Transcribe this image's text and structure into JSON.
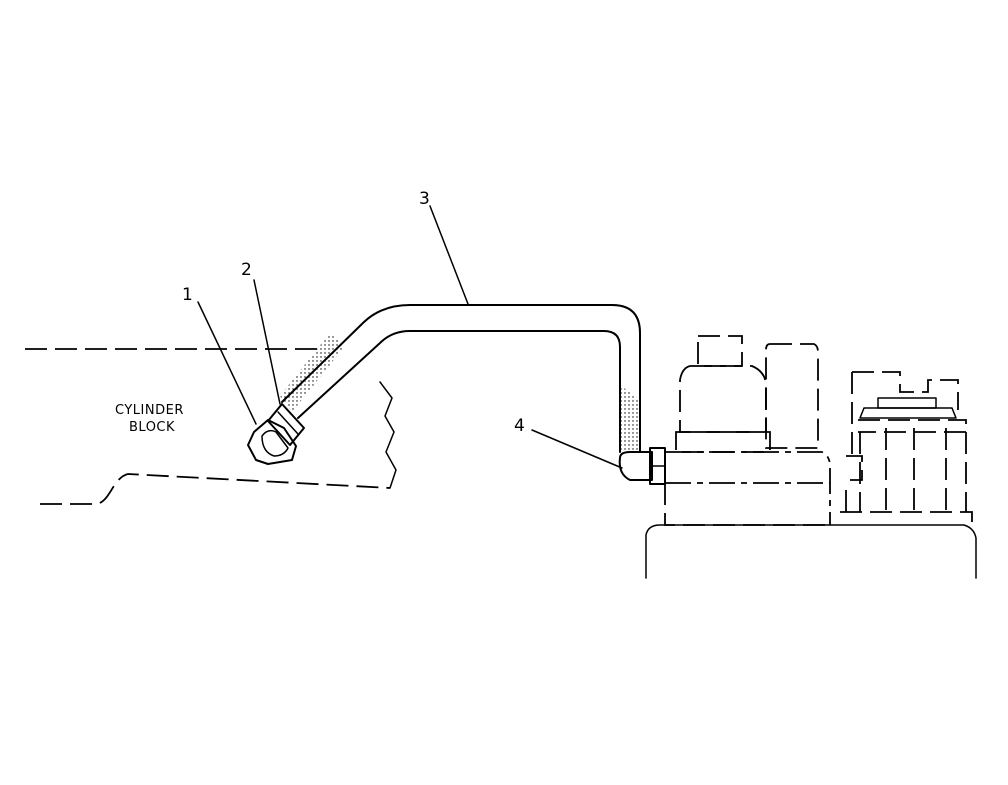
{
  "labels": {
    "cylinder_block_line1": "CYLINDER",
    "cylinder_block_line2": "BLOCK"
  },
  "callouts": [
    "1",
    "2",
    "3",
    "4"
  ]
}
